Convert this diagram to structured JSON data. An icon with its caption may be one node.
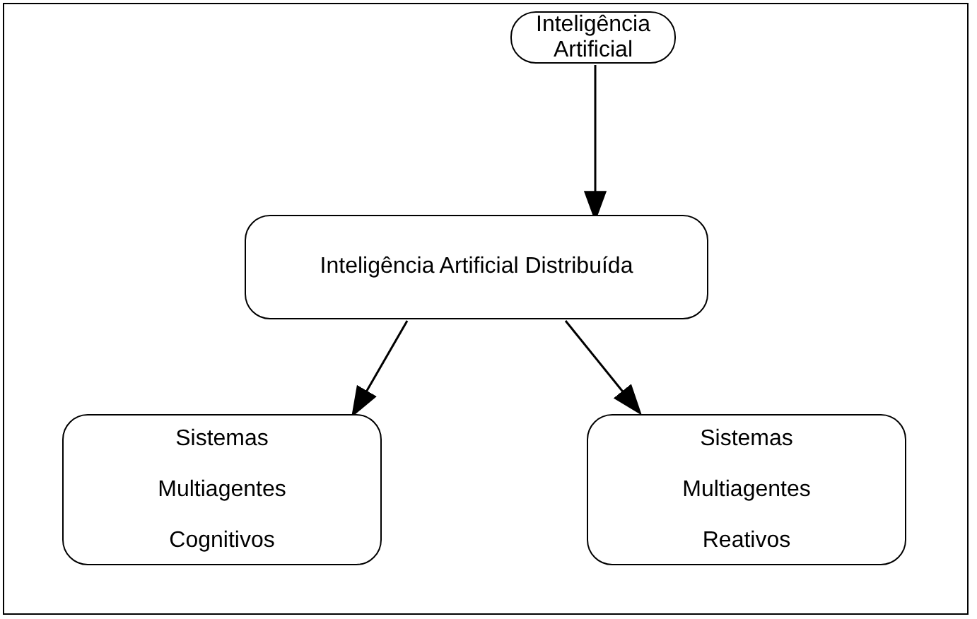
{
  "diagram": {
    "nodes": [
      {
        "text": [
          "Inteligência Artificial"
        ]
      },
      {
        "text": [
          "Inteligência Artificial Distribuída"
        ]
      },
      {
        "text": [
          "Sistemas Multiagentes Cognitivos"
        ]
      },
      {
        "text": [
          "Sistemas Multiagentes Reativos"
        ]
      }
    ],
    "edges": [
      {
        "from": 0,
        "to": 1,
        "arrow": "to"
      },
      {
        "from": 1,
        "to": 2,
        "arrow": "to"
      },
      {
        "from": 1,
        "to": 3,
        "arrow": "to"
      }
    ]
  }
}
